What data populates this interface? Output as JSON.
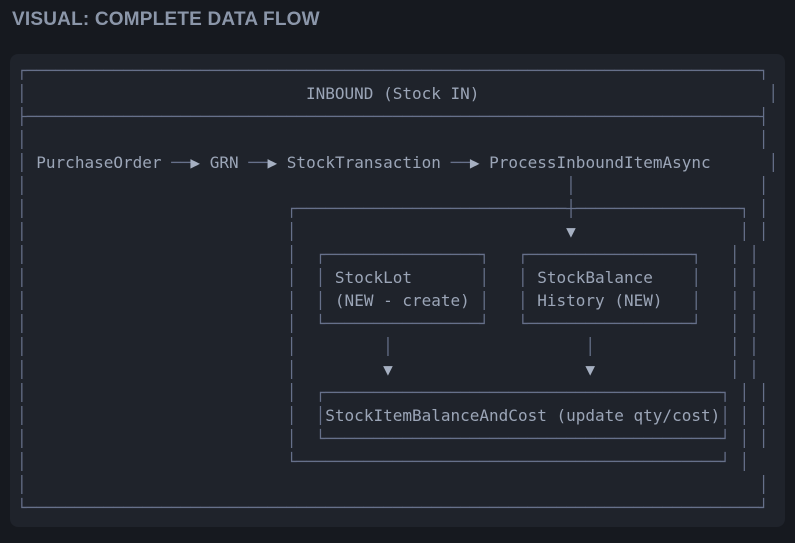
{
  "page": {
    "title": "VISUAL: COMPLETE DATA FLOW"
  },
  "colors": {
    "page_bg": "#16191f",
    "panel_bg": "#1f232b",
    "line": "#66708a",
    "word": "#9ba5b7",
    "arrow": "#a6b0c2",
    "title": "#8b96a9"
  },
  "diagram": {
    "header": "INBOUND (Stock IN)",
    "flow_sequence": [
      "PurchaseOrder",
      "GRN",
      "StockTransaction",
      "ProcessInboundItemAsync"
    ],
    "boxes": [
      "StockLot (NEW - create)",
      "StockBalance History (NEW)",
      "StockItemBalanceAndCost (update qty/cost)"
    ],
    "rows": [
      [
        [
          "ln",
          "┌"
        ],
        [
          "ln",
          "─",
          76
        ],
        [
          "ln",
          "┐"
        ]
      ],
      [
        [
          "ln",
          "│"
        ],
        [
          "sp",
          " ",
          29
        ],
        [
          "wd",
          "INBOUND (Stock IN)"
        ],
        [
          "sp",
          " ",
          30
        ],
        [
          "ln",
          "│"
        ]
      ],
      [
        [
          "ln",
          "├"
        ],
        [
          "ln",
          "─",
          76
        ],
        [
          "ln",
          "┤"
        ]
      ],
      [
        [
          "ln",
          "│"
        ],
        [
          "sp",
          " ",
          76
        ],
        [
          "ln",
          "│"
        ]
      ],
      [
        [
          "ln",
          "│"
        ],
        [
          "sp",
          " ",
          1
        ],
        [
          "wd",
          "PurchaseOrder"
        ],
        [
          "sp",
          " ",
          1
        ],
        [
          "ln",
          "──"
        ],
        [
          "ar",
          "▶"
        ],
        [
          "sp",
          " ",
          1
        ],
        [
          "wd",
          "GRN"
        ],
        [
          "sp",
          " ",
          1
        ],
        [
          "ln",
          "──"
        ],
        [
          "ar",
          "▶"
        ],
        [
          "sp",
          " ",
          1
        ],
        [
          "wd",
          "StockTransaction"
        ],
        [
          "sp",
          " ",
          1
        ],
        [
          "ln",
          "──"
        ],
        [
          "ar",
          "▶"
        ],
        [
          "sp",
          " ",
          1
        ],
        [
          "wd",
          "ProcessInboundItemAsync"
        ],
        [
          "sp",
          " ",
          6
        ],
        [
          "ln",
          "│"
        ]
      ],
      [
        [
          "ln",
          "│"
        ],
        [
          "sp",
          " ",
          56
        ],
        [
          "ln",
          "│"
        ],
        [
          "sp",
          " ",
          19
        ],
        [
          "ln",
          "│"
        ]
      ],
      [
        [
          "ln",
          "│"
        ],
        [
          "sp",
          " ",
          27
        ],
        [
          "ln",
          "┌"
        ],
        [
          "ln",
          "─",
          28
        ],
        [
          "ln",
          "┼"
        ],
        [
          "ln",
          "─",
          17
        ],
        [
          "ln",
          "┐"
        ],
        [
          "sp",
          " ",
          1
        ],
        [
          "ln",
          "│"
        ]
      ],
      [
        [
          "ln",
          "│"
        ],
        [
          "sp",
          " ",
          27
        ],
        [
          "ln",
          "│"
        ],
        [
          "sp",
          " ",
          28
        ],
        [
          "ar",
          "▼"
        ],
        [
          "sp",
          " ",
          17
        ],
        [
          "ln",
          "│"
        ],
        [
          "sp",
          " ",
          1
        ],
        [
          "ln",
          "│"
        ]
      ],
      [
        [
          "ln",
          "│"
        ],
        [
          "sp",
          " ",
          27
        ],
        [
          "ln",
          "│"
        ],
        [
          "sp",
          " ",
          2
        ],
        [
          "ln",
          "┌"
        ],
        [
          "ln",
          "─",
          16
        ],
        [
          "ln",
          "┐"
        ],
        [
          "sp",
          " ",
          3
        ],
        [
          "ln",
          "┌"
        ],
        [
          "ln",
          "─",
          17
        ],
        [
          "ln",
          "┐"
        ],
        [
          "sp",
          " ",
          3
        ],
        [
          "ln",
          "│"
        ],
        [
          "sp",
          " ",
          1
        ],
        [
          "ln",
          "│"
        ]
      ],
      [
        [
          "ln",
          "│"
        ],
        [
          "sp",
          " ",
          27
        ],
        [
          "ln",
          "│"
        ],
        [
          "sp",
          " ",
          2
        ],
        [
          "ln",
          "│"
        ],
        [
          "sp",
          " ",
          1
        ],
        [
          "wd",
          "StockLot"
        ],
        [
          "sp",
          " ",
          7
        ],
        [
          "ln",
          "│"
        ],
        [
          "sp",
          " ",
          3
        ],
        [
          "ln",
          "│"
        ],
        [
          "sp",
          " ",
          1
        ],
        [
          "wd",
          "StockBalance"
        ],
        [
          "sp",
          " ",
          4
        ],
        [
          "ln",
          "│"
        ],
        [
          "sp",
          " ",
          3
        ],
        [
          "ln",
          "│"
        ],
        [
          "sp",
          " ",
          1
        ],
        [
          "ln",
          "│"
        ]
      ],
      [
        [
          "ln",
          "│"
        ],
        [
          "sp",
          " ",
          27
        ],
        [
          "ln",
          "│"
        ],
        [
          "sp",
          " ",
          2
        ],
        [
          "ln",
          "│"
        ],
        [
          "sp",
          " ",
          1
        ],
        [
          "wd",
          "(NEW - create)"
        ],
        [
          "sp",
          " ",
          1
        ],
        [
          "ln",
          "│"
        ],
        [
          "sp",
          " ",
          3
        ],
        [
          "ln",
          "│"
        ],
        [
          "sp",
          " ",
          1
        ],
        [
          "wd",
          "History (NEW)"
        ],
        [
          "sp",
          " ",
          3
        ],
        [
          "ln",
          "│"
        ],
        [
          "sp",
          " ",
          3
        ],
        [
          "ln",
          "│"
        ],
        [
          "sp",
          " ",
          1
        ],
        [
          "ln",
          "│"
        ]
      ],
      [
        [
          "ln",
          "│"
        ],
        [
          "sp",
          " ",
          27
        ],
        [
          "ln",
          "│"
        ],
        [
          "sp",
          " ",
          2
        ],
        [
          "ln",
          "└"
        ],
        [
          "ln",
          "─",
          16
        ],
        [
          "ln",
          "┘"
        ],
        [
          "sp",
          " ",
          3
        ],
        [
          "ln",
          "└"
        ],
        [
          "ln",
          "─",
          17
        ],
        [
          "ln",
          "┘"
        ],
        [
          "sp",
          " ",
          3
        ],
        [
          "ln",
          "│"
        ],
        [
          "sp",
          " ",
          1
        ],
        [
          "ln",
          "│"
        ]
      ],
      [
        [
          "ln",
          "│"
        ],
        [
          "sp",
          " ",
          27
        ],
        [
          "ln",
          "│"
        ],
        [
          "sp",
          " ",
          9
        ],
        [
          "ln",
          "│"
        ],
        [
          "sp",
          " ",
          20
        ],
        [
          "ln",
          "│"
        ],
        [
          "sp",
          " ",
          14
        ],
        [
          "ln",
          "│"
        ],
        [
          "sp",
          " ",
          1
        ],
        [
          "ln",
          "│"
        ]
      ],
      [
        [
          "ln",
          "│"
        ],
        [
          "sp",
          " ",
          27
        ],
        [
          "ln",
          "│"
        ],
        [
          "sp",
          " ",
          9
        ],
        [
          "ar",
          "▼"
        ],
        [
          "sp",
          " ",
          20
        ],
        [
          "ar",
          "▼"
        ],
        [
          "sp",
          " ",
          14
        ],
        [
          "ln",
          "│"
        ],
        [
          "sp",
          " ",
          1
        ],
        [
          "ln",
          "│"
        ]
      ],
      [
        [
          "ln",
          "│"
        ],
        [
          "sp",
          " ",
          27
        ],
        [
          "ln",
          "│"
        ],
        [
          "sp",
          " ",
          2
        ],
        [
          "ln",
          "┌"
        ],
        [
          "ln",
          "─",
          41
        ],
        [
          "ln",
          "┐"
        ],
        [
          "sp",
          " ",
          1
        ],
        [
          "ln",
          "│"
        ],
        [
          "sp",
          " ",
          1
        ],
        [
          "ln",
          "│"
        ]
      ],
      [
        [
          "ln",
          "│"
        ],
        [
          "sp",
          " ",
          27
        ],
        [
          "ln",
          "│"
        ],
        [
          "sp",
          " ",
          2
        ],
        [
          "ln",
          "│"
        ],
        [
          "wd",
          "StockItemBalanceAndCost (update qty/cost)"
        ],
        [
          "ln",
          "│"
        ],
        [
          "sp",
          " ",
          1
        ],
        [
          "ln",
          "│"
        ],
        [
          "sp",
          " ",
          1
        ],
        [
          "ln",
          "│"
        ]
      ],
      [
        [
          "ln",
          "│"
        ],
        [
          "sp",
          " ",
          27
        ],
        [
          "ln",
          "│"
        ],
        [
          "sp",
          " ",
          2
        ],
        [
          "ln",
          "└"
        ],
        [
          "ln",
          "─",
          41
        ],
        [
          "ln",
          "┘"
        ],
        [
          "sp",
          " ",
          1
        ],
        [
          "ln",
          "│"
        ],
        [
          "sp",
          " ",
          1
        ],
        [
          "ln",
          "│"
        ]
      ],
      [
        [
          "ln",
          "│"
        ],
        [
          "sp",
          " ",
          27
        ],
        [
          "ln",
          "└"
        ],
        [
          "ln",
          "─",
          44
        ],
        [
          "ln",
          "┘"
        ],
        [
          "sp",
          " ",
          1
        ],
        [
          "ln",
          "│"
        ]
      ],
      [
        [
          "ln",
          "│"
        ],
        [
          "sp",
          " ",
          76
        ],
        [
          "ln",
          "│"
        ]
      ],
      [
        [
          "ln",
          "└"
        ],
        [
          "ln",
          "─",
          76
        ],
        [
          "ln",
          "┘"
        ]
      ]
    ]
  }
}
